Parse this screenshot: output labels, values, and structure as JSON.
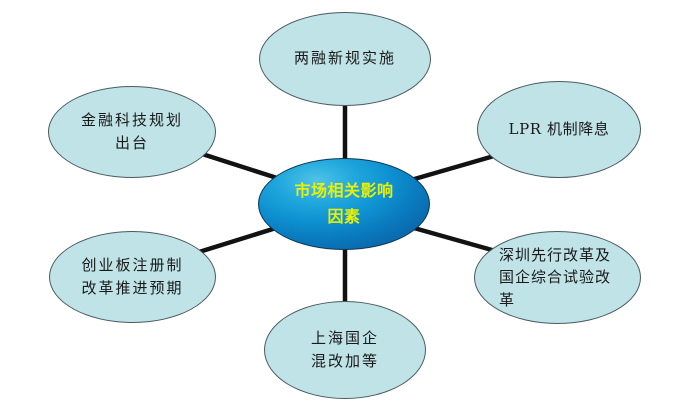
{
  "diagram": {
    "title_node": {
      "id": "center",
      "label": "市场相关影响\n因素",
      "text_color": "#eaf000",
      "fill_top": "#4fc3e8",
      "fill_bottom": "#0a66a8",
      "border_color": "#0b3550"
    },
    "node_style": {
      "fill": "#bfe3e6",
      "border_color": "#4a5a62",
      "text_color": "#1a1a1a"
    },
    "background": "#ffffff",
    "edge_color": "#121212",
    "nodes": [
      {
        "id": "top",
        "label": "两融新规实施"
      },
      {
        "id": "upleft",
        "label": "金融科技规划\n出台"
      },
      {
        "id": "upright",
        "label": "LPR 机制降息"
      },
      {
        "id": "lowright",
        "label": "深圳先行改革及\n国企综合试验改\n革"
      },
      {
        "id": "lowleft",
        "label": "创业板注册制\n改革推进预期"
      },
      {
        "id": "bottom",
        "label": "上海国企\n混改加等"
      }
    ],
    "edges": [
      {
        "from": "center",
        "to": "top"
      },
      {
        "from": "center",
        "to": "upleft"
      },
      {
        "from": "center",
        "to": "upright"
      },
      {
        "from": "center",
        "to": "lowright"
      },
      {
        "from": "center",
        "to": "lowleft"
      },
      {
        "from": "center",
        "to": "bottom"
      }
    ]
  }
}
